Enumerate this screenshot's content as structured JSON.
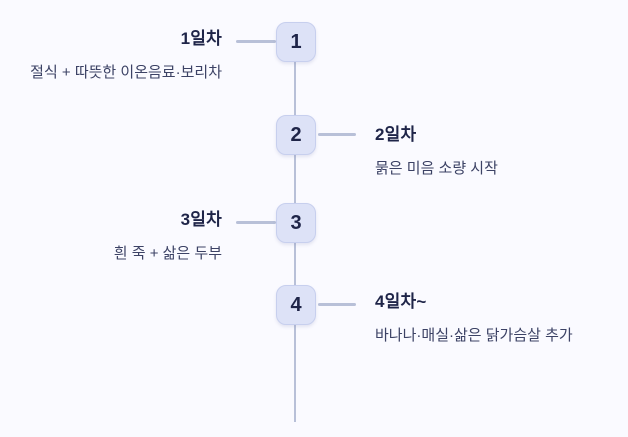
{
  "colors": {
    "background": "#fafaff",
    "line": "#b8c0d8",
    "node_fill": "#dde2f7",
    "node_border": "#c7cfee",
    "number_text": "#1e2448",
    "title_text": "#1e2448",
    "description_text": "#3c4265"
  },
  "timeline": {
    "items": [
      {
        "number": "1",
        "title": "1일차",
        "description": "절식 + 따뜻한 이온음료·보리차",
        "side": "left"
      },
      {
        "number": "2",
        "title": "2일차",
        "description": "묽은 미음 소량 시작",
        "side": "right"
      },
      {
        "number": "3",
        "title": "3일차",
        "description": "흰 죽 + 삶은 두부",
        "side": "left"
      },
      {
        "number": "4",
        "title": "4일차~",
        "description": "바나나·매실·삶은 닭가슴살 추가",
        "side": "right"
      }
    ]
  }
}
